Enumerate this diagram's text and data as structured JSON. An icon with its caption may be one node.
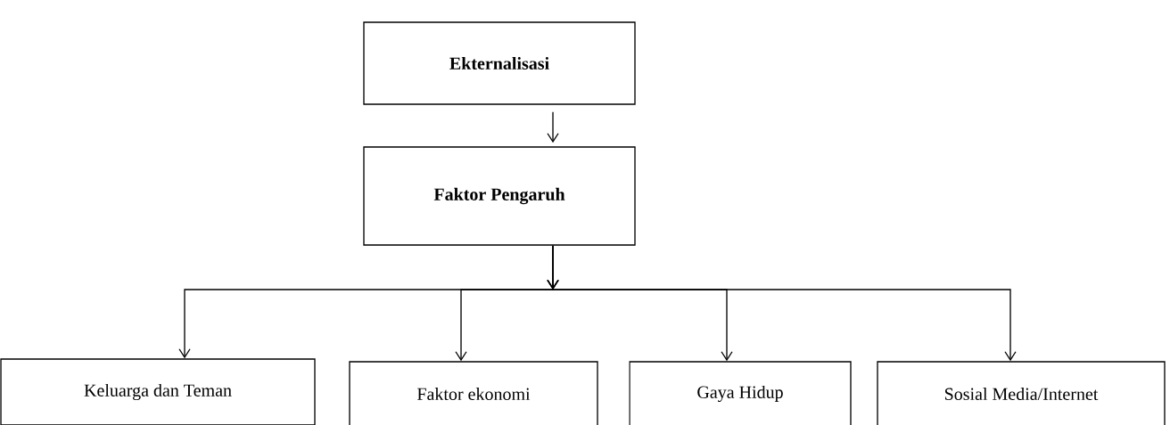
{
  "diagram": {
    "nodes": [
      {
        "text": [
          "Ekternalisasi"
        ]
      },
      {
        "text": [
          "Faktor Pengaruh"
        ]
      },
      {
        "text": [
          "Keluarga dan Teman"
        ]
      },
      {
        "text": [
          "Faktor ekonomi"
        ]
      },
      {
        "text": [
          "Gaya Hidup"
        ]
      },
      {
        "text": [
          "Sosial Media/Internet"
        ]
      }
    ],
    "edges": [
      {
        "from": 0,
        "to": 1,
        "arrow": "to"
      },
      {
        "from": 1,
        "to": 2,
        "arrow": "to"
      },
      {
        "from": 1,
        "to": 3,
        "arrow": "to"
      },
      {
        "from": 1,
        "to": 4,
        "arrow": "to"
      },
      {
        "from": 1,
        "to": 5,
        "arrow": "to"
      }
    ]
  }
}
